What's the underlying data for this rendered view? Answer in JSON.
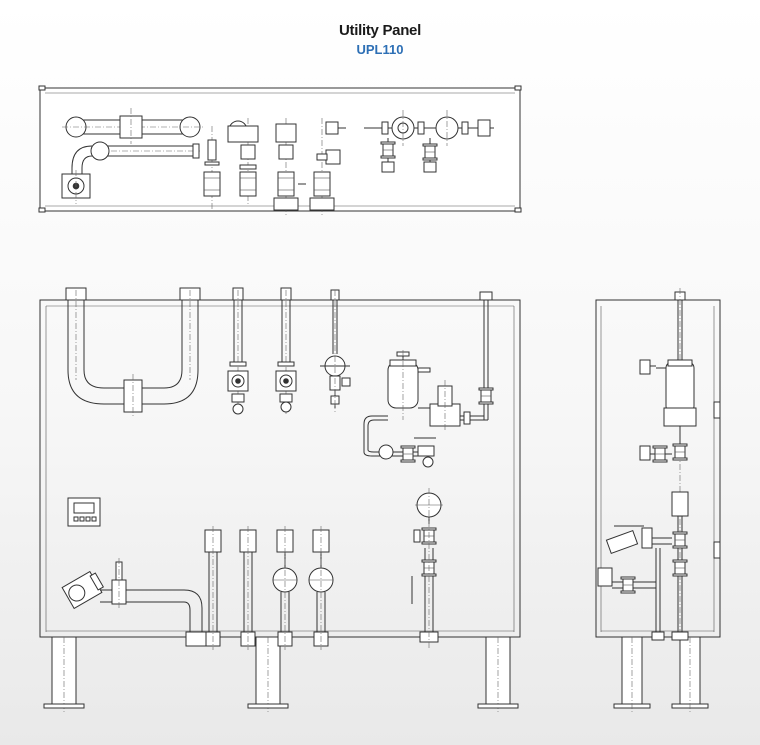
{
  "header": {
    "title": "Utility Panel",
    "subtitle": "UPL110"
  },
  "colors": {
    "line": "#333333",
    "subtitle_blue": "#2d6fb5",
    "background_top": "#ffffff",
    "background_bottom": "#e9e9e9"
  },
  "views": {
    "top": "top-view",
    "front": "front-view",
    "side": "side-view"
  }
}
